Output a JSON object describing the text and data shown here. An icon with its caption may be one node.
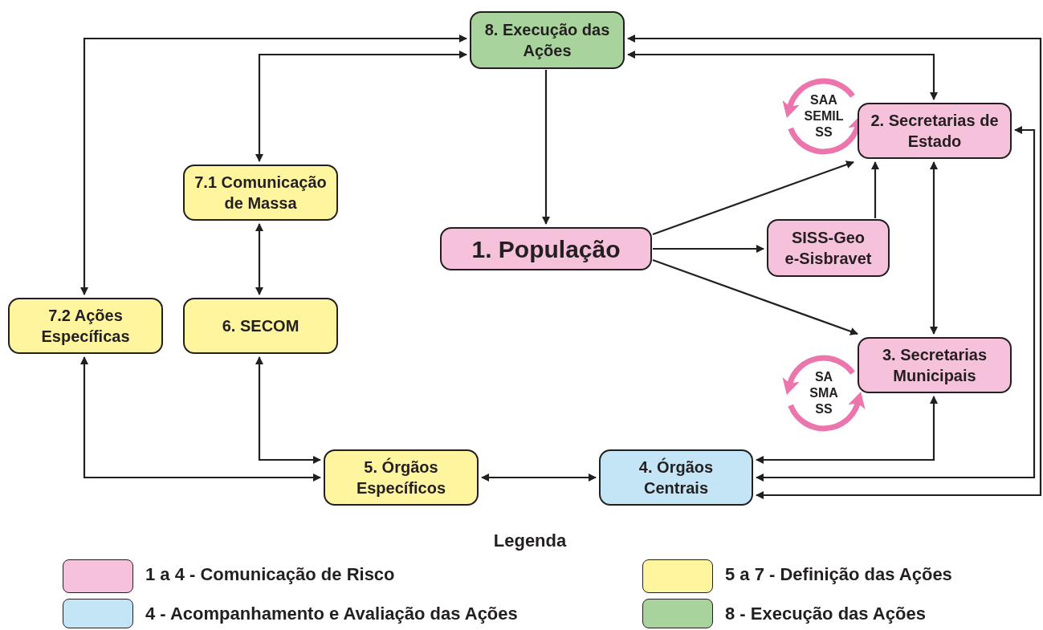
{
  "diagram": {
    "nodes": [
      {
        "text": [
          "8. Execução das Ações"
        ]
      },
      {
        "text": [
          "2. Secretarias de Estado"
        ],
        "beside": [
          "SAA SEMIL SS"
        ]
      },
      {
        "text": [
          "7.1 Comunicação de Massa"
        ]
      },
      {
        "text": [
          "1. População"
        ]
      },
      {
        "text": [
          "SISS-Geo e-Sisbravet"
        ]
      },
      {
        "text": [
          "7.2 Ações Específicas"
        ]
      },
      {
        "text": [
          "6. SECOM"
        ]
      },
      {
        "text": [
          "3. Secretarias Municipais"
        ],
        "beside": [
          "SA SMA SS"
        ]
      },
      {
        "text": [
          "5. Órgãos Específicos"
        ]
      },
      {
        "text": [
          "4. Órgãos Centrais"
        ]
      }
    ],
    "edges": [
      {
        "from": 5,
        "to": 0,
        "arrow": "both"
      },
      {
        "from": 2,
        "to": 0,
        "arrow": "both"
      },
      {
        "from": 0,
        "to": 3,
        "arrow": "to"
      },
      {
        "from": 9,
        "to": 0,
        "arrow": "both"
      },
      {
        "from": 0,
        "to": 1,
        "arrow": "both"
      },
      {
        "from": 3,
        "to": 1,
        "arrow": "to"
      },
      {
        "from": 3,
        "to": 4,
        "arrow": "to"
      },
      {
        "from": 4,
        "to": 1,
        "arrow": "to"
      },
      {
        "from": 1,
        "to": 7,
        "arrow": "both"
      },
      {
        "from": 3,
        "to": 7,
        "arrow": "to"
      },
      {
        "from": 9,
        "to": 1,
        "arrow": "both"
      },
      {
        "from": 7,
        "to": 9,
        "arrow": "both"
      },
      {
        "from": 9,
        "to": 8,
        "arrow": "both"
      },
      {
        "from": 6,
        "to": 8,
        "arrow": "both"
      },
      {
        "from": 5,
        "to": 8,
        "arrow": "both"
      },
      {
        "from": 2,
        "to": 6,
        "arrow": "both"
      }
    ],
    "labels": [
      "Legenda"
    ],
    "legend": [
      {
        "text": "1 a 4 - Comunicação de Risco",
        "color": "#f6c1da"
      },
      {
        "text": "5 a 7 - Definição das Ações",
        "color": "#fef59e"
      },
      {
        "text": "4 - Acompanhamento e Avaliação das Ações",
        "color": "#c3e5f5"
      },
      {
        "text": "8 - Execução das Ações",
        "color": "#a9d39c"
      }
    ]
  }
}
